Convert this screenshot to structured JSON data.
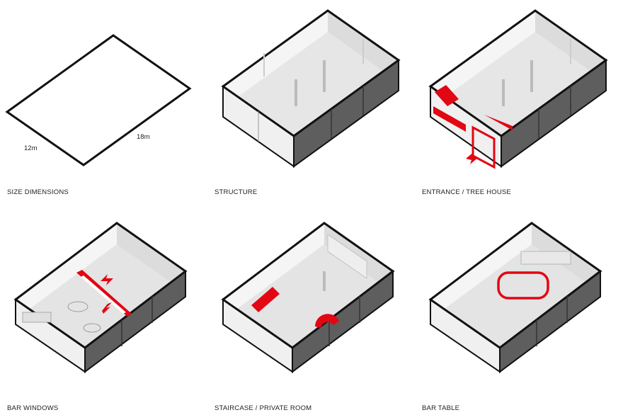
{
  "panels": [
    {
      "id": "size",
      "caption": "SIZE DIMENSIONS",
      "dim_width": "12m",
      "dim_length": "18m"
    },
    {
      "id": "structure",
      "caption": "STRUCTURE"
    },
    {
      "id": "entrance",
      "caption": "ENTRANCE / TREE HOUSE"
    },
    {
      "id": "windows",
      "caption": "BAR WINDOWS"
    },
    {
      "id": "staircase",
      "caption": "STAIRCASE / PRIVATE ROOM"
    },
    {
      "id": "bartable",
      "caption": "BAR TABLE"
    }
  ],
  "colors": {
    "highlight": "#e30613",
    "outline": "#111111",
    "floor": "#e9e9e9",
    "wall_front": "#f2f2f2",
    "wall_dark": "#5a5a5a"
  }
}
